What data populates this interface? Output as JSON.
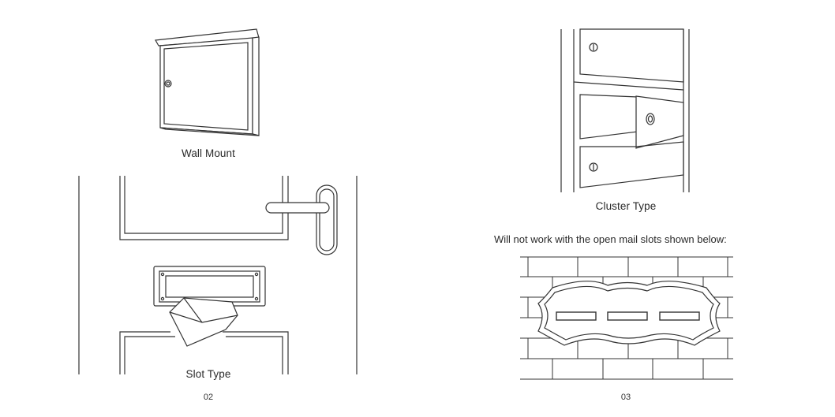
{
  "left_page": {
    "wall_mount_label": "Wall Mount",
    "slot_type_label": "Slot Type",
    "page_number": "02"
  },
  "right_page": {
    "cluster_type_label": "Cluster Type",
    "warning_text": "Will not work with the open mail slots shown below:",
    "page_number": "03"
  }
}
